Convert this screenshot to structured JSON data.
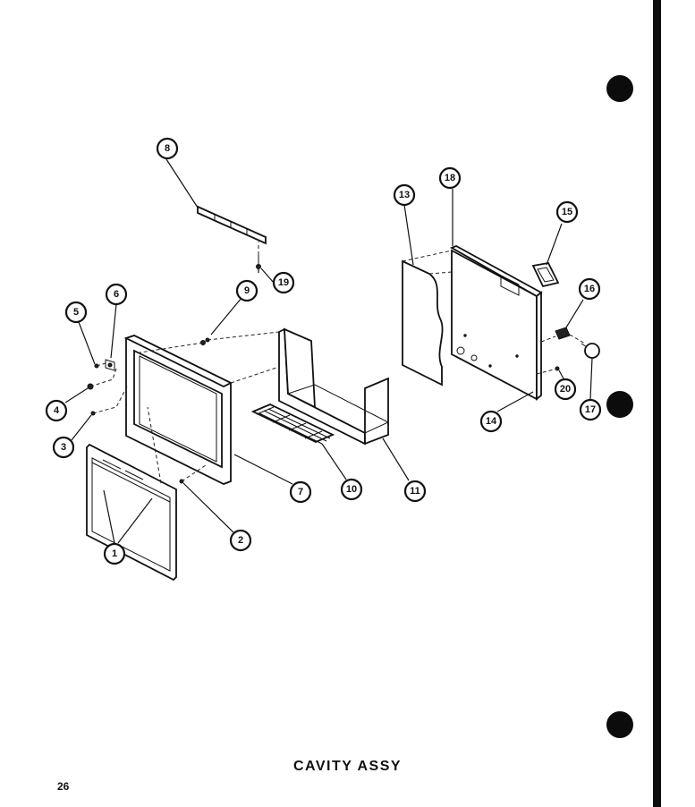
{
  "page": {
    "title": "CAVITY ASSY",
    "page_number": "26"
  },
  "callouts": [
    {
      "id": "1",
      "label": "1"
    },
    {
      "id": "2",
      "label": "2"
    },
    {
      "id": "3",
      "label": "3"
    },
    {
      "id": "4",
      "label": "4"
    },
    {
      "id": "5",
      "label": "5"
    },
    {
      "id": "6",
      "label": "6"
    },
    {
      "id": "7",
      "label": "7"
    },
    {
      "id": "8",
      "label": "8"
    },
    {
      "id": "9",
      "label": "9"
    },
    {
      "id": "10",
      "label": "10"
    },
    {
      "id": "11",
      "label": "11"
    },
    {
      "id": "13",
      "label": "13"
    },
    {
      "id": "14",
      "label": "14"
    },
    {
      "id": "15",
      "label": "15"
    },
    {
      "id": "16",
      "label": "16"
    },
    {
      "id": "17",
      "label": "17"
    },
    {
      "id": "18",
      "label": "18"
    },
    {
      "id": "19",
      "label": "19"
    },
    {
      "id": "20",
      "label": "20"
    }
  ]
}
